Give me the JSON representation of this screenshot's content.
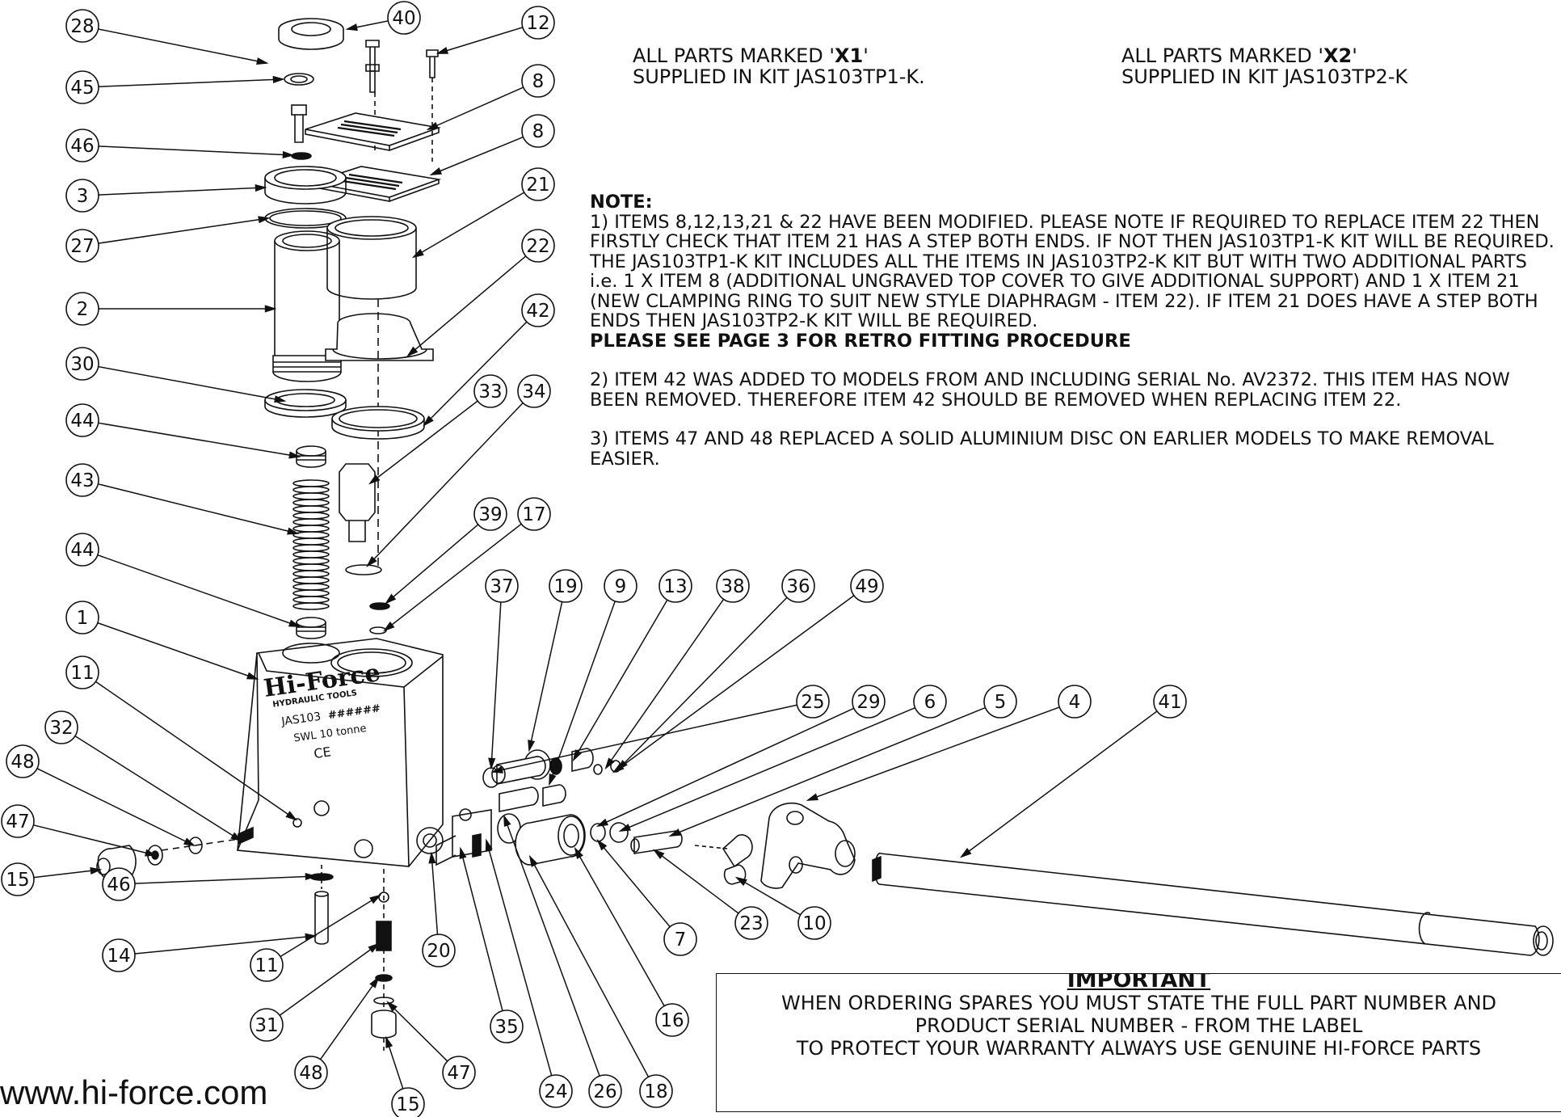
{
  "kit_notes": {
    "x1": {
      "line1_pre": "ALL PARTS MARKED '",
      "marker": "X1",
      "line1_post": "'",
      "line2": "SUPPLIED IN KIT JAS103TP1-K."
    },
    "x2": {
      "line1_pre": "ALL PARTS MARKED '",
      "marker": "X2",
      "line1_post": "'",
      "line2": "SUPPLIED IN KIT JAS103TP2-K"
    }
  },
  "notes": {
    "heading": "NOTE:",
    "note1": "1) ITEMS 8,12,13,21 & 22 HAVE BEEN MODIFIED. PLEASE NOTE IF REQUIRED TO REPLACE ITEM 22 THEN FIRSTLY CHECK THAT ITEM 21 HAS A STEP BOTH ENDS. IF NOT THEN JAS103TP1-K KIT WILL BE REQUIRED. THE JAS103TP1-K KIT INCLUDES ALL THE ITEMS IN JAS103TP2-K KIT BUT WITH TWO ADDITIONAL PARTS i.e. 1 X ITEM 8 (ADDITIONAL UNGRAVED TOP COVER TO GIVE ADDITIONAL SUPPORT) AND 1 X ITEM 21 (NEW CLAMPING RING TO SUIT NEW STYLE DIAPHRAGM - ITEM 22). IF ITEM 21 DOES HAVE A STEP BOTH ENDS THEN JAS103TP2-K KIT WILL BE REQUIRED.",
    "note1_bold": "PLEASE SEE PAGE 3 FOR RETRO FITTING PROCEDURE",
    "note2": "2) ITEM 42 WAS ADDED TO MODELS FROM AND INCLUDING SERIAL No. AV2372. THIS ITEM HAS NOW BEEN REMOVED. THEREFORE ITEM 42 SHOULD BE REMOVED WHEN REPLACING ITEM 22.",
    "note3": "3) ITEMS 47 AND 48 REPLACED A SOLID ALUMINIUM DISC ON EARLIER MODELS TO MAKE REMOVAL EASIER."
  },
  "important": {
    "title": "IMPORTANT",
    "line1": "WHEN ORDERING SPARES YOU MUST STATE THE FULL PART NUMBER AND",
    "line2": "PRODUCT SERIAL NUMBER - FROM THE LABEL",
    "line3": "TO PROTECT YOUR WARRANTY ALWAYS USE GENUINE HI-FORCE PARTS"
  },
  "website": "www.hi-force.com",
  "body_label": {
    "brand": "Hi-Force",
    "subbrand": "HYDRAULIC TOOLS",
    "model": "JAS103",
    "serial": "######",
    "swl": "SWL 10 tonne",
    "mark": "CE"
  },
  "balloons": [
    "28",
    "40",
    "12",
    "45",
    "8",
    "46",
    "3",
    "8",
    "21",
    "27",
    "22",
    "2",
    "42",
    "30",
    "33",
    "34",
    "44",
    "43",
    "39",
    "17",
    "44",
    "1",
    "37",
    "19",
    "9",
    "13",
    "38",
    "36",
    "49",
    "11",
    "25",
    "29",
    "6",
    "5",
    "4",
    "41",
    "32",
    "48",
    "47",
    "15",
    "46",
    "14",
    "20",
    "7",
    "23",
    "10",
    "11",
    "31",
    "35",
    "24",
    "26",
    "18",
    "16",
    "48",
    "47",
    "15"
  ]
}
